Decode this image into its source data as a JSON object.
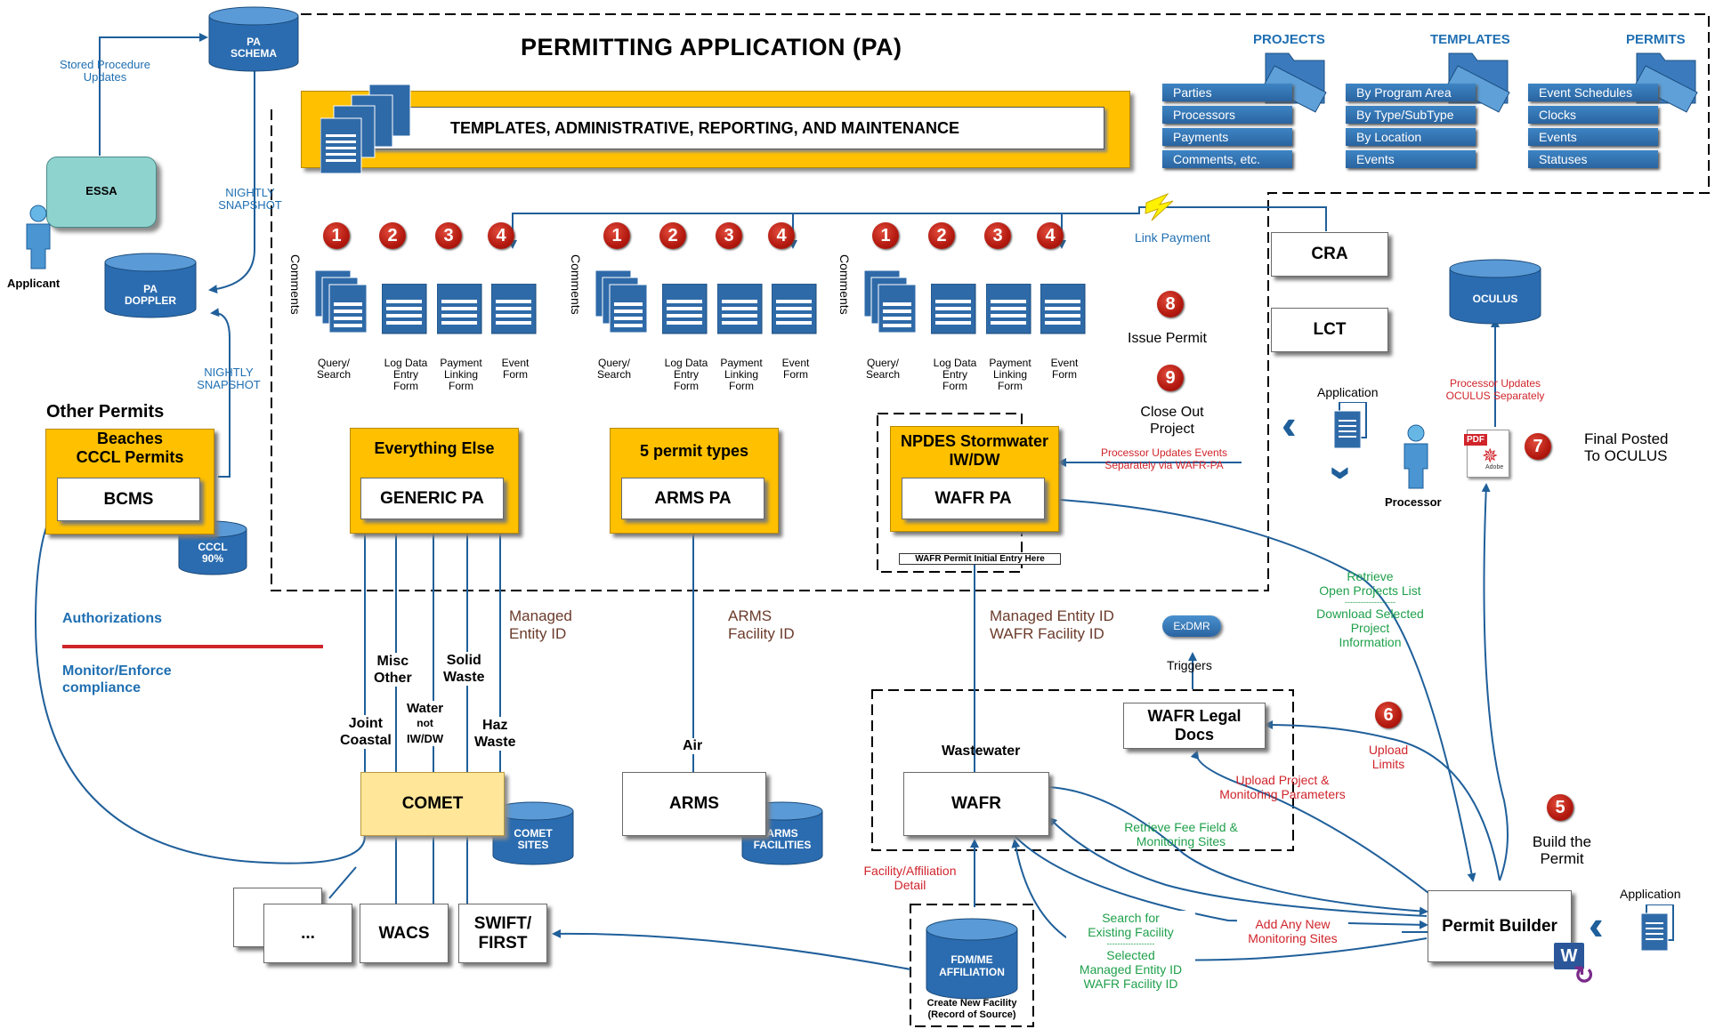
{
  "title": "PERMITTING APPLICATION (PA)",
  "templates_banner": "TEMPLATES, ADMINISTRATIVE, REPORTING, AND MAINTENANCE",
  "categories": [
    {
      "header": "PROJECTS",
      "items": [
        "Parties",
        "Processors",
        "Payments",
        "Comments, etc."
      ]
    },
    {
      "header": "TEMPLATES",
      "items": [
        "By Program Area",
        "By Type/SubType",
        "By Location",
        "Events"
      ]
    },
    {
      "header": "PERMITS",
      "items": [
        "Event Schedules",
        "Clocks",
        "Events",
        "Statuses"
      ]
    }
  ],
  "databases": {
    "pa_schema": [
      "PA",
      "SCHEMA"
    ],
    "pa_doppler": [
      "PA",
      "DOPPLER"
    ],
    "cccl": [
      "CCCL",
      "90%"
    ],
    "oculus": [
      "OCULUS"
    ],
    "comet_sites": [
      "COMET",
      "SITES"
    ],
    "arms_facilities": [
      "ARMS",
      "FACILITIES"
    ],
    "fdm": [
      "FDM/ME",
      "AFFILIATION"
    ]
  },
  "left": {
    "stored_proc": [
      "Stored Procedure",
      "Updates"
    ],
    "essa": "ESSA",
    "applicant": "Applicant",
    "nightly1": [
      "NIGHTLY",
      "SNAPSHOT"
    ],
    "nightly2": [
      "NIGHTLY",
      "SNAPSHOT"
    ],
    "other_permits": "Other Permits",
    "beaches": [
      "Beaches",
      "CCCL Permits"
    ],
    "bcms": "BCMS",
    "authorizations": "Authorizations",
    "monitor": [
      "Monitor/Enforce",
      "compliance"
    ]
  },
  "forms": {
    "comments": "Comments",
    "labels": [
      [
        "Query/",
        "Search"
      ],
      [
        "Log Data",
        "Entry",
        "Form"
      ],
      [
        "Payment",
        "Linking",
        "Form"
      ],
      [
        "Event",
        "Form"
      ]
    ],
    "numbers": [
      "1",
      "2",
      "3",
      "4"
    ]
  },
  "pa_groups": [
    {
      "header": [
        "Everything Else"
      ],
      "inner": "GENERIC PA"
    },
    {
      "header": [
        "5 permit types"
      ],
      "inner": "ARMS PA"
    },
    {
      "header": [
        "NPDES Stormwater",
        "IW/DW"
      ],
      "inner": "WAFR PA",
      "note": "WAFR Permit Initial Entry Here"
    }
  ],
  "right": {
    "link_payment": "Link Payment",
    "cra": "CRA",
    "lct": "LCT",
    "step8": "8",
    "issue_permit": "Issue Permit",
    "step9": "9",
    "close_out": [
      "Close Out",
      "Project"
    ],
    "application": "Application",
    "processor": "Processor",
    "processor_updates_events": [
      "Processor Updates Events",
      "Separately via WAFR-PA"
    ],
    "processor_updates_oculus": [
      "Processor Updates",
      "OCULUS Separately"
    ],
    "pdf": "PDF",
    "adobe": "Adobe",
    "step7": "7",
    "final_posted": [
      "Final Posted",
      "To OCULUS"
    ],
    "retrieve": [
      "Retrieve",
      "Open Projects List",
      "-------------------",
      "Download Selected",
      "Project",
      "Information"
    ],
    "step5": "5",
    "build": [
      "Build the",
      "Permit"
    ],
    "application2": "Application",
    "permit_builder": "Permit Builder",
    "step6": "6",
    "upload_limits": [
      "Upload",
      "Limits"
    ]
  },
  "middle": {
    "managed_entity": [
      "Managed",
      "Entity ID"
    ],
    "arms_facility": [
      "ARMS",
      "Facility ID"
    ],
    "managed_wafr": [
      "Managed Entity ID",
      "WAFR Facility ID"
    ],
    "misc": [
      "Misc",
      "Other"
    ],
    "solid": [
      "Solid",
      "Waste"
    ],
    "water": [
      "Water",
      "not",
      "IW/DW"
    ],
    "joint": [
      "Joint",
      "Coastal"
    ],
    "haz": [
      "Haz",
      "Waste"
    ],
    "air": "Air",
    "comet": "COMET",
    "arms": "ARMS",
    "wacs": "WACS",
    "swift": [
      "SWIFT/",
      "FIRST"
    ],
    "dots": "...",
    "exdmr": "ExDMR",
    "triggers": "Triggers",
    "wafr_legal": [
      "WAFR Legal",
      "Docs"
    ],
    "wastewater": "Wastewater",
    "wafr": "WAFR",
    "upload_project": [
      "Upload Project &",
      "Monitoring Parameters"
    ],
    "retrieve_fee": [
      "Retrieve Fee Field &",
      "Monitoring Sites"
    ],
    "facility_affil": [
      "Facility/Affiliation",
      "Detail"
    ],
    "search_existing": [
      "Search for",
      "Existing Facility",
      "------------------",
      "Selected",
      "Managed Entity ID",
      "WAFR Facility ID"
    ],
    "add_sites": [
      "Add Any New",
      "Monitoring Sites"
    ],
    "create_new": [
      "Create New Facility",
      "(Record of Source)"
    ]
  }
}
